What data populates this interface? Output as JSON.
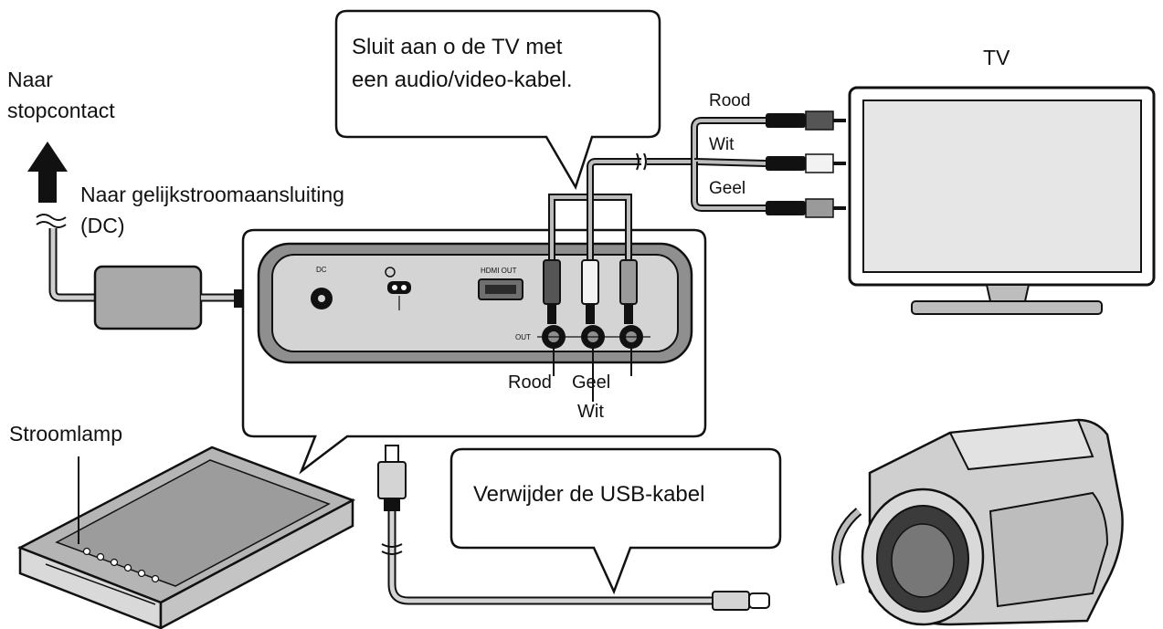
{
  "labels": {
    "mains_line1": "Naar",
    "mains_line2": "stopcontact",
    "dc_line1": "Naar gelijkstroomaansluiting",
    "dc_line2": "(DC)",
    "power_lamp": "Stroomlamp",
    "tv": "TV",
    "cable_red": "Rood",
    "cable_white": "Wit",
    "cable_yellow": "Geel",
    "jack_red": "Rood",
    "jack_yellow": "Geel",
    "jack_white": "Wit"
  },
  "callouts": {
    "tv_connect_line1": "Sluit aan o de TV met",
    "tv_connect_line2": "een audio/video-kabel.",
    "usb_remove": "Verwijder de USB-kabel"
  },
  "panel": {
    "dc_mark": "DC",
    "hdmi_mark": "HDMI OUT",
    "out_mark": "OUT"
  },
  "colors": {
    "line": "#111111",
    "device_body": "#a9a9a9",
    "device_light": "#d9d9d9",
    "screen": "#e6e6e6"
  }
}
